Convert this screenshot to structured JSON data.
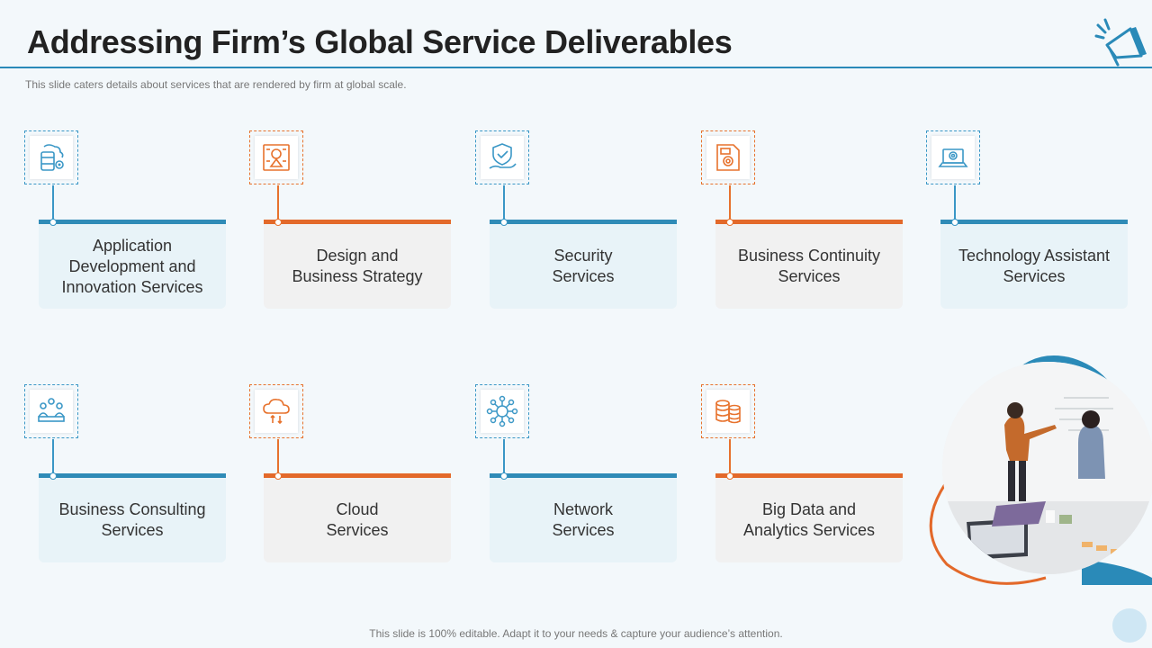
{
  "header": {
    "title": "Addressing Firm’s Global Service Deliverables",
    "subtitle": "This slide caters details about services that are rendered  by firm at global scale."
  },
  "services": [
    {
      "label": "Application Development and Innovation Services",
      "icon": "database-gear-icon",
      "accent": "blue"
    },
    {
      "label": "Design and Business Strategy",
      "icon": "strategy-presentation-icon",
      "accent": "orange"
    },
    {
      "label": "Security Services",
      "icon": "shield-hand-icon",
      "accent": "blue"
    },
    {
      "label": "Business Continuity Services",
      "icon": "document-chart-icon",
      "accent": "orange"
    },
    {
      "label": "Technology Assistant Services",
      "icon": "laptop-gear-icon",
      "accent": "blue"
    },
    {
      "label": "Business Consulting Services",
      "icon": "meeting-icon",
      "accent": "blue"
    },
    {
      "label": "Cloud Services",
      "icon": "cloud-transfer-icon",
      "accent": "orange"
    },
    {
      "label": "Network Services",
      "icon": "network-icon",
      "accent": "blue"
    },
    {
      "label": "Big Data and Analytics Services",
      "icon": "database-stack-icon",
      "accent": "orange"
    }
  ],
  "footer": {
    "text": "This slide is 100% editable. Adapt it to your needs & capture your audience’s attention."
  },
  "colors": {
    "blue_accent": "#2f8bb7",
    "orange_accent": "#e3692a",
    "background": "#f3f8fb"
  }
}
